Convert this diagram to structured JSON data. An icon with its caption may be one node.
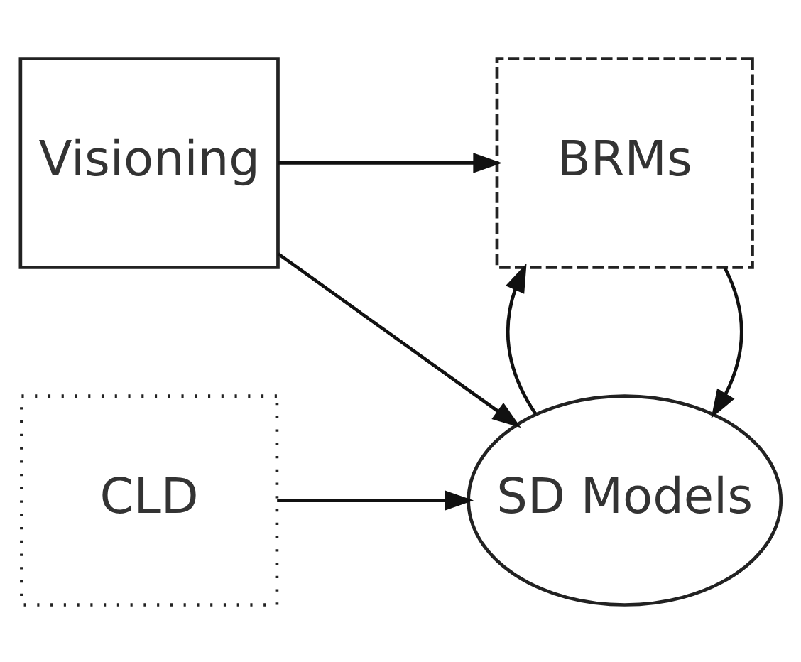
{
  "diagram": {
    "nodes": [
      {
        "text": [
          "CLD"
        ]
      },
      {
        "text": [
          "SD Models"
        ]
      },
      {
        "text": [
          "Visioning"
        ]
      },
      {
        "text": [
          "BRMs"
        ]
      }
    ],
    "edges": [
      {
        "from": 0,
        "to": 1,
        "arrow": "to"
      },
      {
        "from": 2,
        "to": 1,
        "arrow": "to"
      },
      {
        "from": 2,
        "to": 3,
        "arrow": "to"
      },
      {
        "from": 3,
        "to": 1,
        "arrow": "to"
      },
      {
        "from": 1,
        "to": 3,
        "arrow": "to"
      }
    ]
  }
}
